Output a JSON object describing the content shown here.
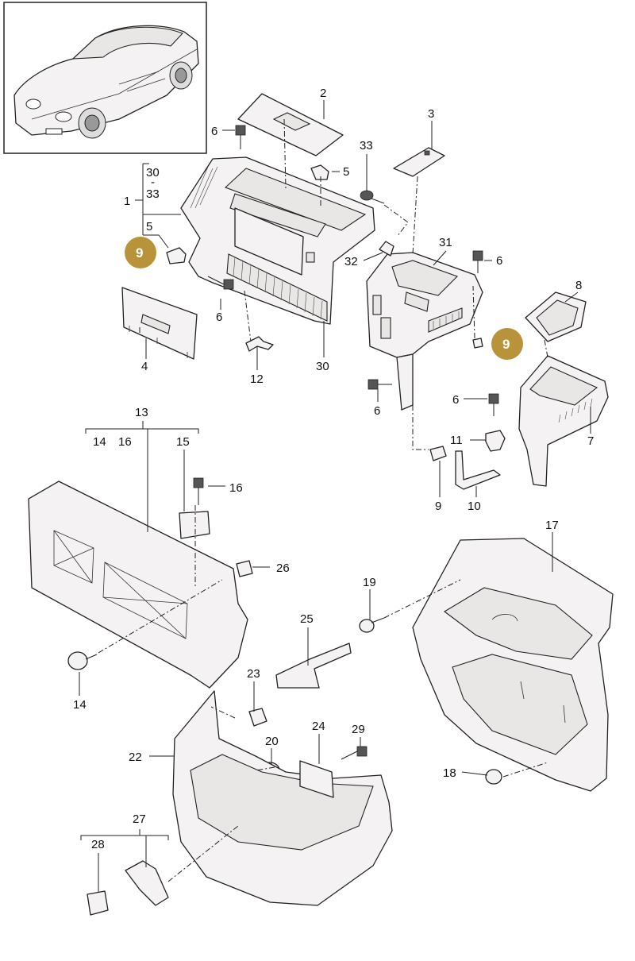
{
  "diagram": {
    "title": "",
    "inset": {
      "icon": "car-icon"
    },
    "callouts": {
      "c1": "1",
      "c2": "2",
      "c3": "3",
      "c4": "4",
      "c5a": "5",
      "c5b": "5",
      "c6a": "6",
      "c6b": "6",
      "c6c": "6",
      "c6d": "6",
      "c7": "7",
      "c8": "8",
      "c9a": "9",
      "c10": "10",
      "c11": "11",
      "c12": "12",
      "c13": "13",
      "c14": "14",
      "c14b": "14",
      "c15": "15",
      "c16": "16",
      "c16b": "16",
      "c17": "17",
      "c18": "18",
      "c19": "19",
      "c20": "20",
      "c22": "22",
      "c23": "23",
      "c24": "24",
      "c25": "25",
      "c26": "26",
      "c27": "27",
      "c28": "28",
      "c29": "29",
      "c30a": "30",
      "c30b": "30",
      "c31": "31",
      "c32": "32",
      "c33a": "33",
      "c33b": "33",
      "c33dash": "-"
    },
    "badges": {
      "b9a": "9",
      "b9b": "9"
    },
    "badge_color": "#b8933a"
  }
}
